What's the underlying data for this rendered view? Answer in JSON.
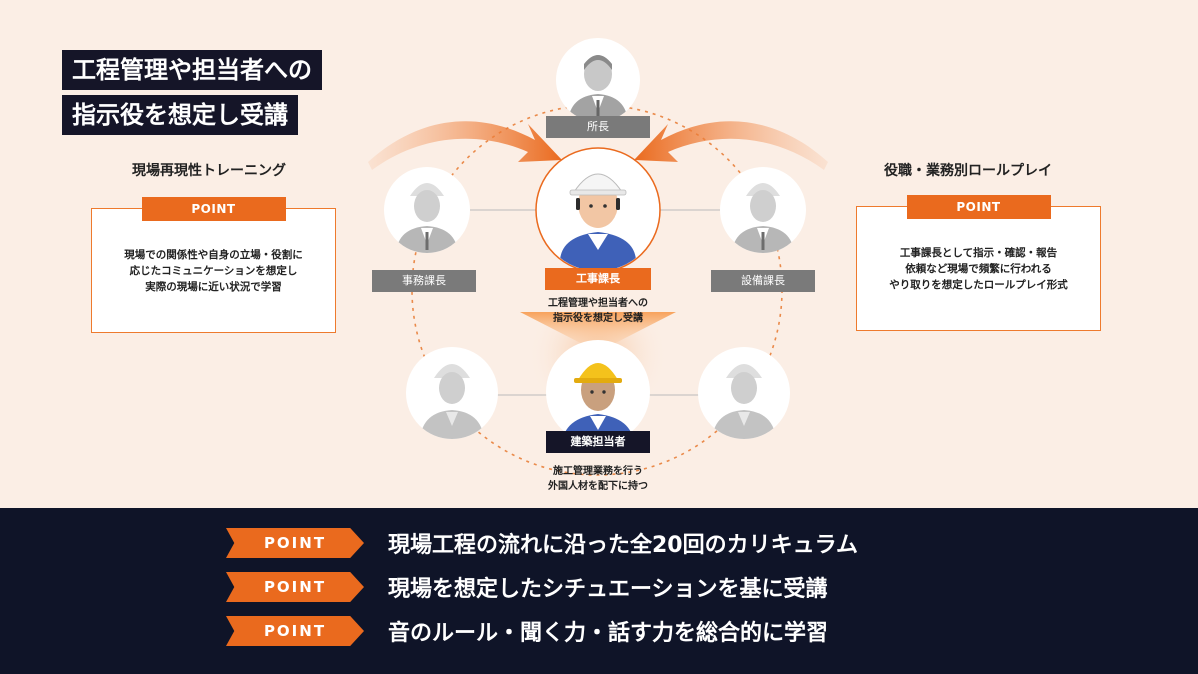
{
  "title": {
    "line1": "工程管理や担当者への",
    "line2": "指示役を想定し受講"
  },
  "left": {
    "heading": "現場再現性トレーニング",
    "tag": "POINT",
    "lines": [
      "現場での関係性や自身の立場・役割に",
      "応じたコミュニケーションを想定し",
      "実際の現場に近い状況で学習"
    ]
  },
  "right": {
    "heading": "役職・業務別ロールプレイ",
    "tag": "POINT",
    "lines": [
      "工事課長として指示・確認・報告",
      "依頼など現場で頻繁に行われる",
      "やり取りを想定したロールプレイ形式"
    ]
  },
  "roles": {
    "director": "所長",
    "office_manager": "事務課長",
    "construction_manager": "工事課長",
    "equipment_manager": "設備課長",
    "building_staff": "建築担当者"
  },
  "captions": {
    "construction_manager": [
      "工程管理や担当者への",
      "指示役を想定し受講"
    ],
    "building_staff": [
      "施工管理業務を行う",
      "外国人材を配下に持つ"
    ]
  },
  "banners": [
    {
      "tag": "POINT",
      "text": "現場工程の流れに沿った全20回のカリキュラム"
    },
    {
      "tag": "POINT",
      "text": "現場を想定したシチュエーションを基に受講"
    },
    {
      "tag": "POINT",
      "text": "音のルール・聞く力・話す力を総合的に学習"
    }
  ],
  "colors": {
    "accent": "#ea6a1e",
    "navy": "#151528",
    "background": "#fbeee5",
    "footer": "#0f1428",
    "role_gray": "#7a7a7a",
    "worker_blue": "#3f61b8",
    "helmet_yellow": "#f4c21c"
  }
}
